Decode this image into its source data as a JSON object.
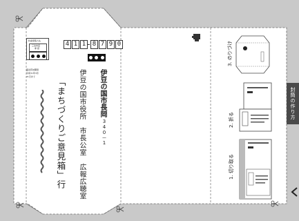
{
  "postcard": {
    "permit": {
      "line1": "料金受取人払",
      "line2": "三島支店",
      "line3": "承 認",
      "expiry_label": "差出有効期間",
      "expiry_date": "平成31年3月",
      "expiry_until": "31日まで"
    },
    "zip_digits": [
      "4",
      "1",
      "1",
      "8",
      "7",
      "9",
      "0"
    ],
    "address_main": "伊豆の国市長岡",
    "address_number": "340－1",
    "office_line": "伊豆の国市役所　市長公室　広報広聴室",
    "recipient": "「まちづくりご意見箱」行"
  },
  "instructions": {
    "tab_label": "封筒の作り方",
    "step1": "1. 切り取る",
    "step2": "2. 折る",
    "step3": "3. のりづけ"
  },
  "colors": {
    "background": "#c9c9c9",
    "paper": "#ffffff",
    "tab": "#4a4a4a"
  },
  "icons": {
    "cut": "scissors-icon",
    "stamp": "stamp-icon"
  }
}
